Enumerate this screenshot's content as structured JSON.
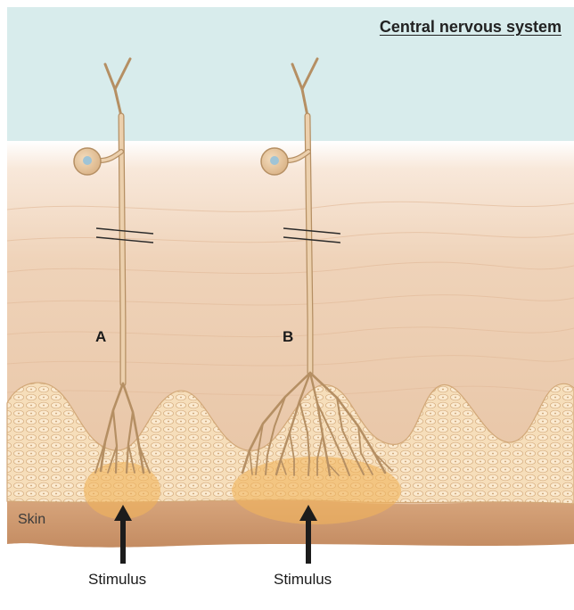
{
  "header": {
    "title": "Central nervous system"
  },
  "neurons": [
    {
      "label": "A",
      "receptive_field": "small"
    },
    {
      "label": "B",
      "receptive_field": "large"
    }
  ],
  "skin": {
    "label": "Skin"
  },
  "stimuli": [
    {
      "label": "Stimulus"
    },
    {
      "label": "Stimulus"
    }
  ],
  "colors": {
    "cns_region": "#d8ecec",
    "dermis": "#e9c7a7",
    "epidermis": "#f6dfbd",
    "neuron": "#e8c9a2",
    "neuron_outline": "#b58f63",
    "receptive_field": "#f1b45c",
    "arrow": "#1c1c1c"
  }
}
